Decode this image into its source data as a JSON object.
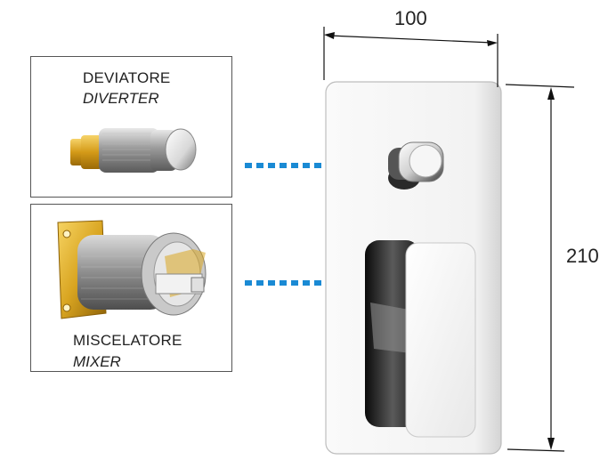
{
  "diverter": {
    "label_it": "DEVIATORE",
    "label_en": "DIVERTER"
  },
  "mixer": {
    "label_it": "MISCELATORE",
    "label_en": "MIXER"
  },
  "dimensions": {
    "width": "100",
    "height": "210"
  },
  "colors": {
    "arrow": "#1a8ad4",
    "chrome_dark": "#1a1a1a",
    "brass": "#d9a521",
    "line": "#111111"
  }
}
